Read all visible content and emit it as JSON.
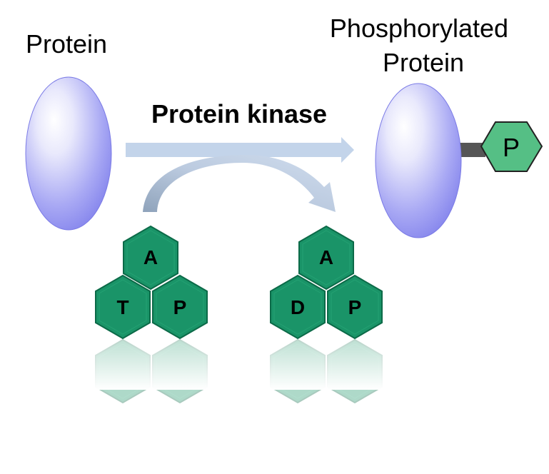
{
  "labels": {
    "protein": "Protein",
    "phosphorylated_line1": "Phosphorylated",
    "phosphorylated_line2": "Protein",
    "enzyme": "Protein kinase"
  },
  "atp": {
    "top": "A",
    "bottom_left": "T",
    "bottom_right": "P"
  },
  "adp": {
    "top": "A",
    "bottom_left": "D",
    "bottom_right": "P"
  },
  "phosphate_group": "P",
  "colors": {
    "protein_fill": "#8f8ff0",
    "protein_edge": "#6f6fe0",
    "hexagon_fill": "#1a9468",
    "phosphate_fill": "#55bf85",
    "arrow_fill": "#c1d3ea",
    "linker": "#555555"
  }
}
